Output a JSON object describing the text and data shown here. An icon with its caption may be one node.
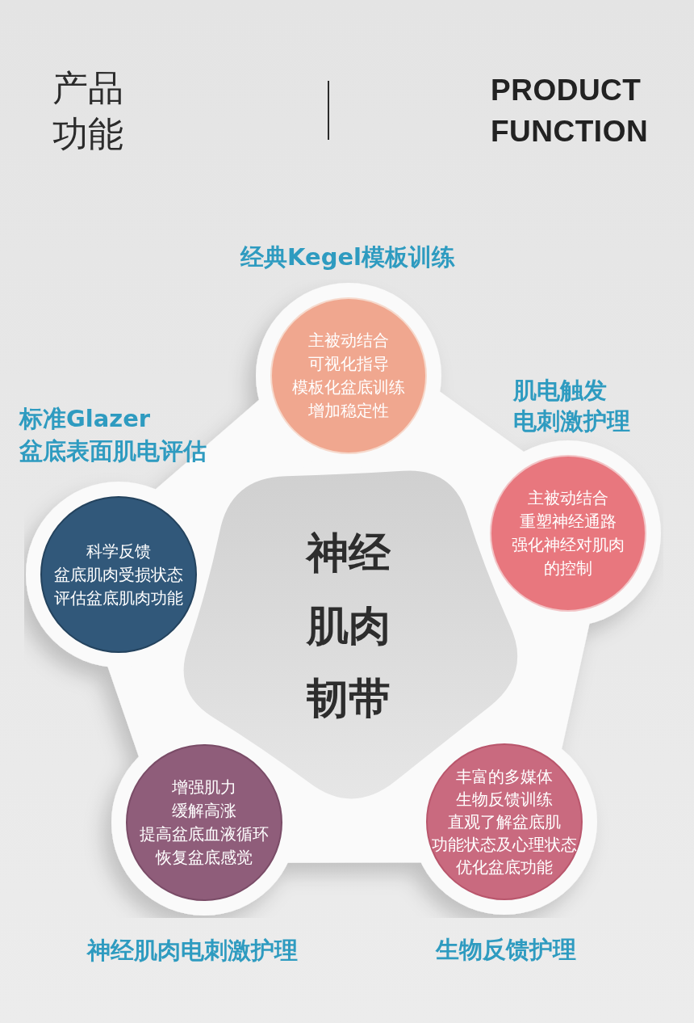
{
  "diagram": {
    "title": "产品功能",
    "nodes": [
      {
        "text": [
          "神经肌肉韧带"
        ]
      },
      {
        "text": [
          "主被动结合",
          "可视化指导",
          "模板化盆底训练",
          "增加稳定性"
        ],
        "in": 0,
        "beside": [
          "经典Kegel模板训练"
        ]
      },
      {
        "text": [
          "科学反馈",
          "盆底肌肉受损状态",
          "评估盆底肌肉功能"
        ],
        "in": 0,
        "beside": [
          "标准Glazer",
          "盆底表面肌电评估"
        ]
      },
      {
        "text": [
          "主被动结合",
          "重塑神经通路",
          "强化神经对肌肉",
          "的控制"
        ],
        "in": 0,
        "beside": [
          "肌电触发",
          "电刺激护理"
        ]
      },
      {
        "text": [
          "增强肌力",
          "缓解高涨",
          "提高盆底血液循环",
          "恢复盆底感觉"
        ],
        "in": 0,
        "beside": [
          "神经肌肉电刺激护理"
        ]
      },
      {
        "text": [
          "丰富的多媒体",
          "生物反馈训练",
          "直观了解盆底肌",
          "功能状态及心理状态",
          "优化盆底功能"
        ],
        "in": 0,
        "beside": [
          "生物反馈护理"
        ]
      }
    ],
    "labels": [
      "PRODUCT FUNCTION"
    ]
  }
}
